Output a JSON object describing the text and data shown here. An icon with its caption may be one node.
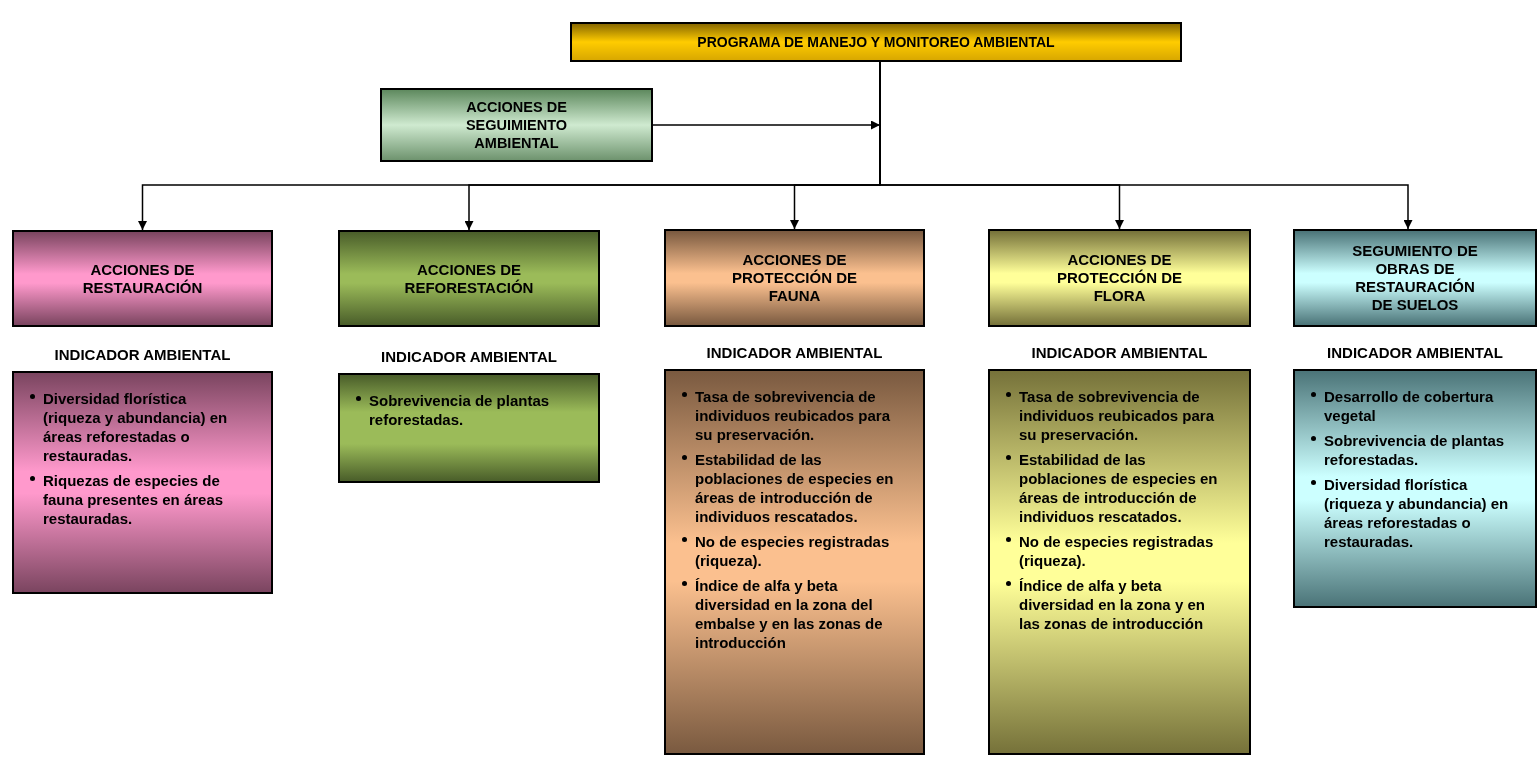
{
  "diagram": {
    "nodes": [
      {
        "text": [
          "PROGRAMA DE MANEJO Y MONITOREO AMBIENTAL"
        ]
      },
      {
        "text": [
          "ACCIONES DE SEGUIMIENTO AMBIENTAL"
        ]
      },
      {
        "text": [
          "ACCIONES DE RESTAURACIÓN"
        ]
      },
      {
        "text": [
          "ACCIONES DE REFORESTACIÓN"
        ]
      },
      {
        "text": [
          "ACCIONES DE PROTECCIÓN DE FAUNA"
        ]
      },
      {
        "text": [
          "ACCIONES DE PROTECCIÓN DE FLORA"
        ]
      },
      {
        "text": [
          "SEGUMIENTO DE OBRAS DE RESTAURACIÓN DE SUELOS"
        ]
      },
      {
        "text": [
          "INDICADOR AMBIENTAL",
          "Diversidad florística (riqueza y abundancia) en áreas reforestadas o restauradas.",
          "Riquezas de especies de fauna presentes en áreas  restauradas."
        ]
      },
      {
        "text": [
          "INDICADOR AMBIENTAL",
          "Sobrevivencia de plantas reforestadas."
        ]
      },
      {
        "text": [
          "INDICADOR AMBIENTAL",
          "Tasa de sobrevivencia de individuos reubicados para su preservación.",
          "Estabilidad de las poblaciones de especies en áreas de introducción de individuos rescatados.",
          "No de especies registradas (riqueza).",
          "Índice de alfa y beta diversidad en la zona del embalse y en las zonas de introducción"
        ]
      },
      {
        "text": [
          "INDICADOR AMBIENTAL",
          "Tasa de sobrevivencia de individuos reubicados para su preservación.",
          "Estabilidad de las poblaciones de especies en áreas de introducción de individuos rescatados.",
          "No de especies registradas (riqueza).",
          "Índice de alfa y beta diversidad en la zona y en las zonas de introducción"
        ]
      },
      {
        "text": [
          "INDICADOR AMBIENTAL",
          "Desarrollo de cobertura vegetal",
          "Sobrevivencia de plantas reforestadas.",
          "Diversidad florística (riqueza y abundancia) en áreas reforestadas o restauradas."
        ]
      }
    ],
    "edges": [
      {
        "from": 1,
        "to": null,
        "arrow": "to"
      },
      {
        "from": 0,
        "to": 2,
        "arrow": "to"
      },
      {
        "from": 0,
        "to": 3,
        "arrow": "to"
      },
      {
        "from": 0,
        "to": 4,
        "arrow": "to"
      },
      {
        "from": 0,
        "to": 5,
        "arrow": "to"
      },
      {
        "from": 0,
        "to": 6,
        "arrow": "to"
      }
    ]
  }
}
